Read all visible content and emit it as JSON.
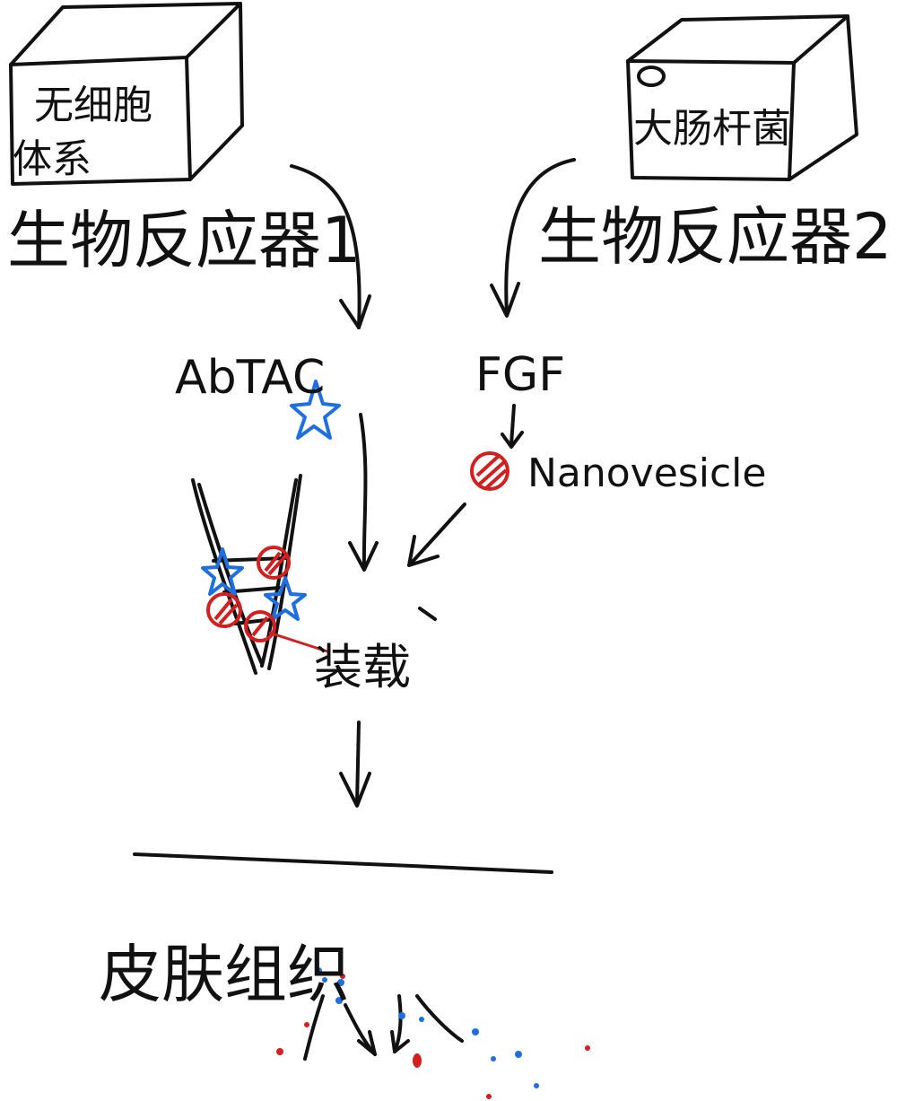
{
  "boxes": {
    "left": {
      "label_line1": "无细胞",
      "label_line2": "体系",
      "caption": "生物反应器1"
    },
    "right": {
      "label": "大肠杆菌",
      "caption": "生物反应器2"
    }
  },
  "molecules": {
    "abtac": "AbTAC",
    "fgf": "FGF",
    "nanovesicle": "Nanovesicle"
  },
  "loading_label": "装载",
  "bottom_label": "皮肤组织",
  "colors": {
    "ink": "#111111",
    "star": "#1f6fe0",
    "vesicle": "#d21f1f"
  }
}
